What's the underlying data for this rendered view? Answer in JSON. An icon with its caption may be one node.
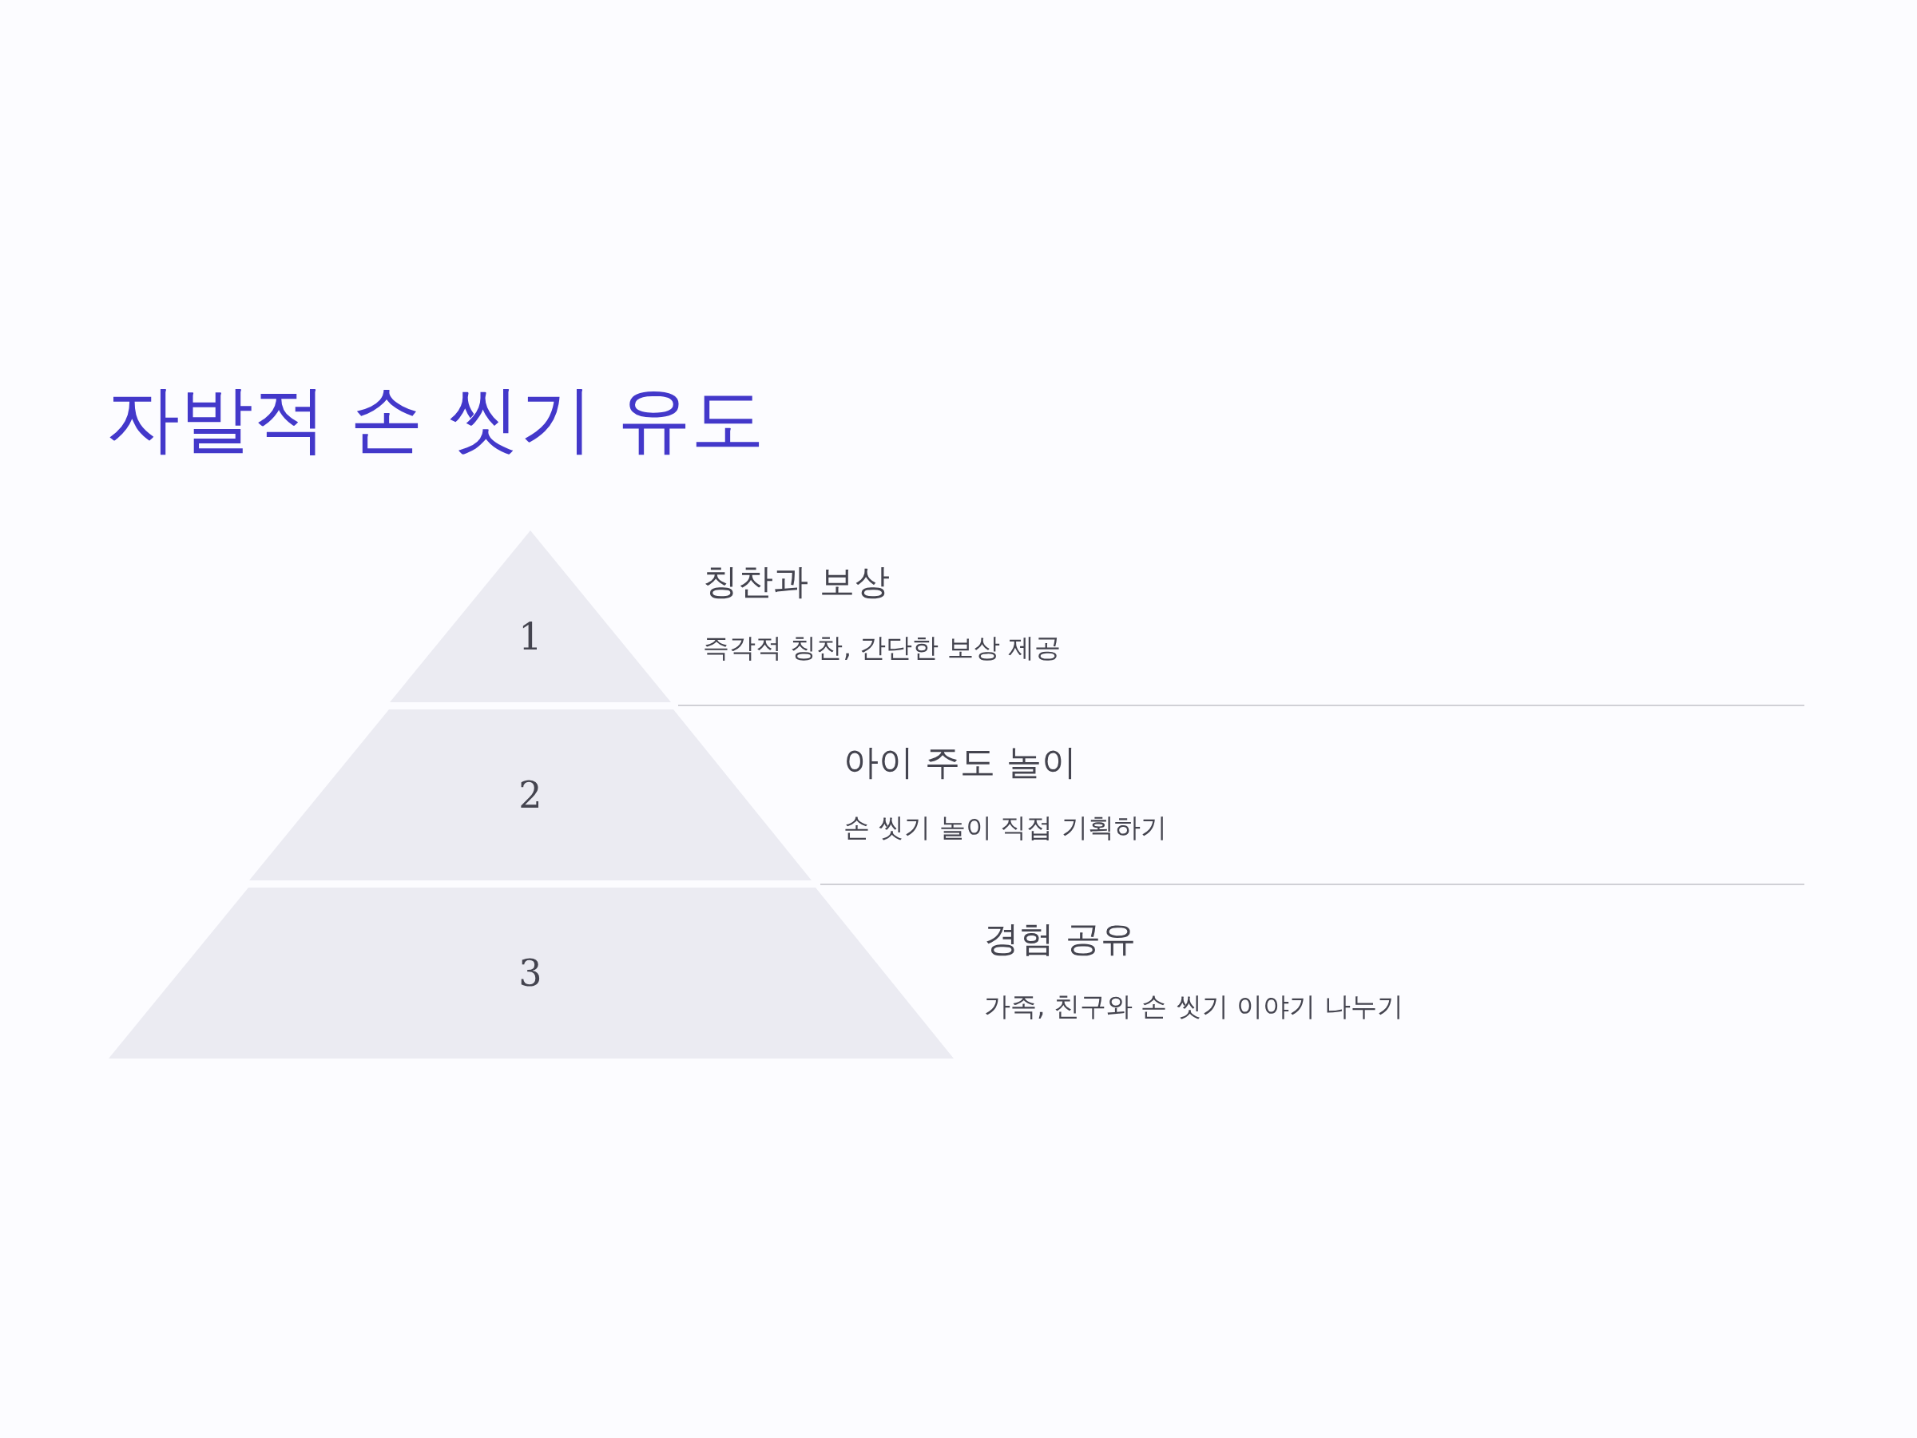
{
  "diagram": {
    "title": "자발적 손 씻기 유도",
    "nodes": [
      {
        "text": [
          "1"
        ],
        "beside": [
          "칭찬과 보상",
          "즉각적 칭찬, 간단한 보상 제공"
        ]
      },
      {
        "text": [
          "2"
        ],
        "beside": [
          "아이 주도 놀이",
          "손 씻기 놀이 직접 기획하기"
        ]
      },
      {
        "text": [
          "3"
        ],
        "beside": [
          "경험 공유",
          "가족, 친구와 손 씻기 이야기 나누기"
        ]
      }
    ]
  }
}
